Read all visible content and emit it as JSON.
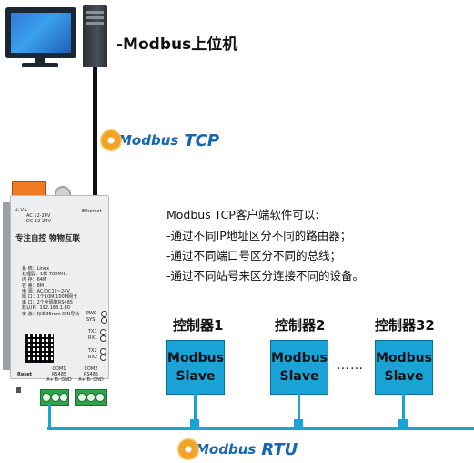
{
  "host": {
    "label": "-Modbus上位机"
  },
  "tcp_logo": {
    "brand": "Modbus",
    "protocol": "TCP"
  },
  "rtu_logo": {
    "brand": "Modbus",
    "protocol": "RTU"
  },
  "device": {
    "power_label": "V-  V+",
    "power_spec1": "AC 12-24V",
    "power_spec2": "DC 12-24V",
    "ethernet_label": "Ethernet",
    "title": "专注自控  物物互联",
    "specs": [
      "系 统：Linux",
      "处理器：1核 700MHz",
      "内 存：64M",
      "容 量：8M",
      "电 源：AC/DC12~24V",
      "网 口：1个10M/100M网卡",
      "串 口：2个全隔离RS485",
      "默认IP：192.168.1.80",
      "安 装：标准35mm DIN导轨"
    ],
    "leds": [
      "PWR",
      "SYS",
      "TX1",
      "RX1",
      "TX2",
      "RX2"
    ],
    "reset_label": "Reset",
    "com1": {
      "name": "COM1",
      "type": "RS485",
      "pins": "A+  B-  GND"
    },
    "com2": {
      "name": "COM2",
      "type": "RS485",
      "pins": "A+  B-  GND"
    }
  },
  "description": {
    "heading": "Modbus TCP客户端软件可以:",
    "lines": [
      "-通过不同IP地址区分不同的路由器；",
      "-通过不同端口号区分不同的总线；",
      "-通过不同站号来区分连接不同的设备。"
    ]
  },
  "controllers": [
    {
      "label": "控制器1",
      "line1": "Modbus",
      "line2": "Slave"
    },
    {
      "label": "控制器2",
      "line1": "Modbus",
      "line2": "Slave"
    },
    {
      "label": "控制器32",
      "line1": "Modbus",
      "line2": "Slave"
    }
  ],
  "ellipsis": "……",
  "colors": {
    "bus": "#1aa3d6",
    "slave_fill": "#1aa3d6",
    "logo_blue": "#1766b3",
    "logo_orange": "#f2a32a",
    "terminal_green": "#2fa24a",
    "terminal_orange": "#ee7b22"
  }
}
